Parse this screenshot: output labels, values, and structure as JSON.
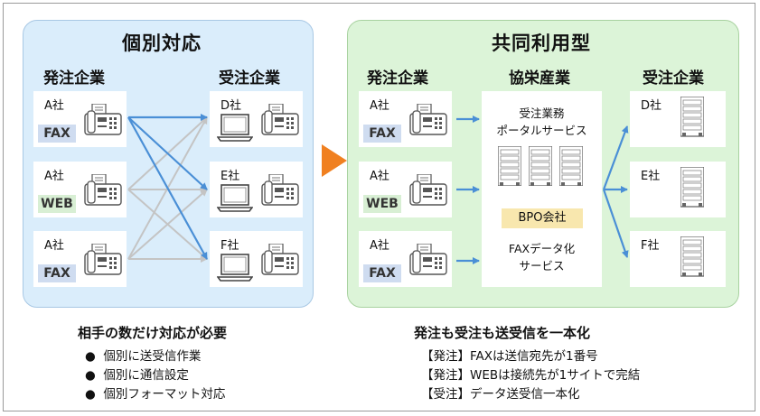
{
  "left_panel": {
    "title": "個別対応",
    "orderer_header": "発注企業",
    "receiver_header": "受注企業",
    "orderers": [
      {
        "company": "A社",
        "channel": "FAX"
      },
      {
        "company": "A社",
        "channel": "WEB"
      },
      {
        "company": "A社",
        "channel": "FAX"
      }
    ],
    "receivers": [
      {
        "company": "D社"
      },
      {
        "company": "E社"
      },
      {
        "company": "F社"
      }
    ]
  },
  "right_panel": {
    "title": "共同利用型",
    "orderer_header": "発注企業",
    "center_header": "協栄産業",
    "receiver_header": "受注企業",
    "orderers": [
      {
        "company": "A社",
        "channel": "FAX"
      },
      {
        "company": "A社",
        "channel": "WEB"
      },
      {
        "company": "A社",
        "channel": "FAX"
      }
    ],
    "center": {
      "service1_line1": "受注業務",
      "service1_line2": "ポータルサービス",
      "bpo": "BPO会社",
      "service2_line1": "FAXデータ化",
      "service2_line2": "サービス"
    },
    "receivers": [
      {
        "company": "D社"
      },
      {
        "company": "E社"
      },
      {
        "company": "F社"
      }
    ]
  },
  "left_summary": {
    "title": "相手の数だけ対応が必要",
    "items": [
      "個別に送受信作業",
      "個別に通信設定",
      "個別フォーマット対応"
    ]
  },
  "right_summary": {
    "title": "発注も受注も送受信を一本化",
    "items": [
      "【発注】FAXは送信宛先が1番号",
      "【発注】WEBは接続先が1サイトで完結",
      "【受注】データ送受信一本化"
    ]
  },
  "colors": {
    "left_bg": "#daedfb",
    "right_bg": "#dcf4d8",
    "arrow_blue": "#4a8fd6",
    "arrow_gray": "#c4c4c4",
    "transition_arrow": "#f08020",
    "bpo_bg": "#f8e7ae"
  },
  "icons": {
    "orderer_device": "fax-machine-icon",
    "receiver_left": "laptop-with-fax-icon",
    "center": "server-rack-icon",
    "receiver_right": "server-rack-icon"
  }
}
